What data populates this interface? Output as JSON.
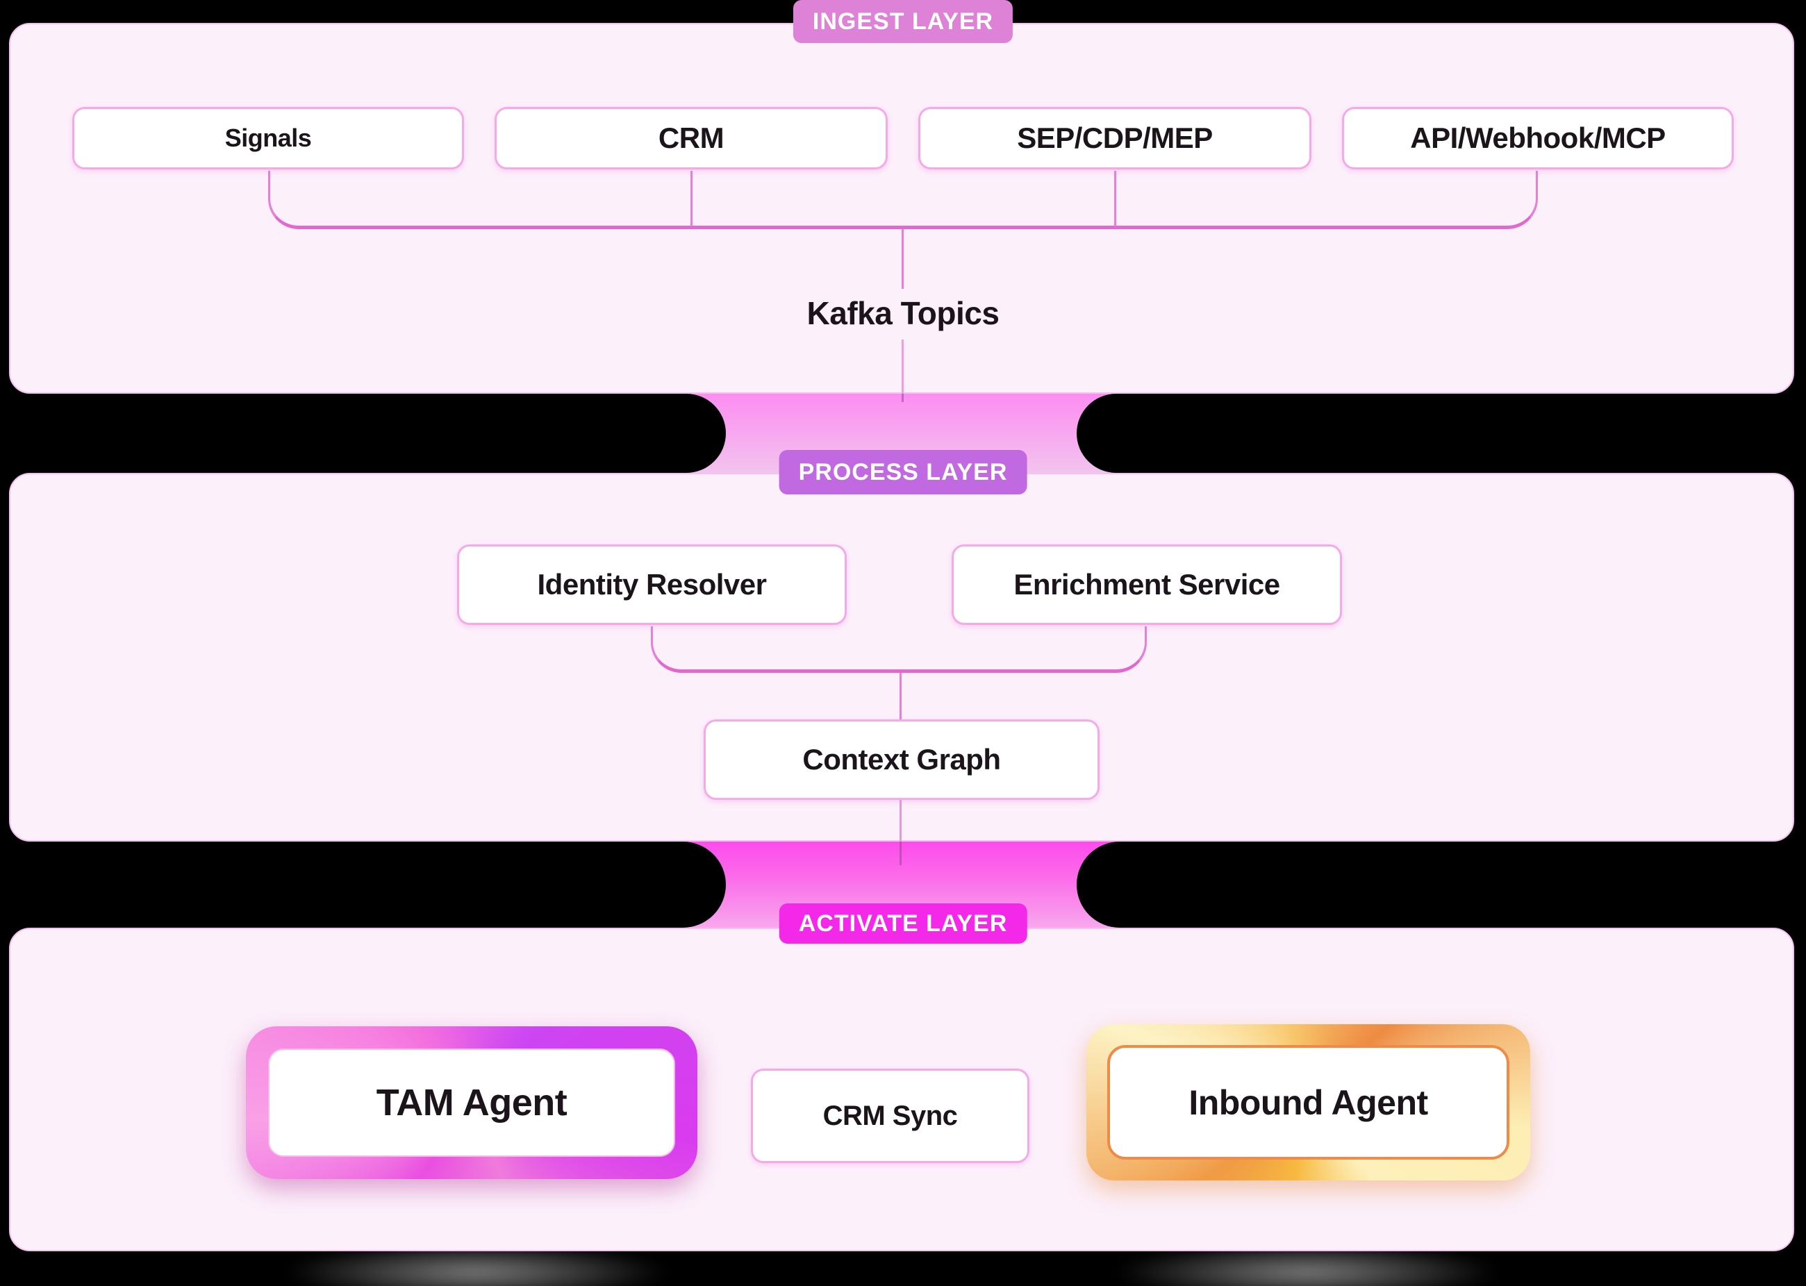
{
  "layers": [
    {
      "badge": "INGEST LAYER",
      "sources": [
        "Signals",
        "CRM",
        "SEP/CDP/MEP",
        "API/Webhook/MCP"
      ],
      "hub": "Kafka Topics"
    },
    {
      "badge": "PROCESS LAYER",
      "services": [
        "Identity Resolver",
        "Enrichment Service"
      ],
      "hub": "Context Graph"
    },
    {
      "badge": "ACTIVATE LAYER",
      "outputs": [
        "TAM Agent",
        "CRM Sync",
        "Inbound Agent"
      ]
    }
  ],
  "colors": {
    "panel-bg": "#fcf0fb",
    "panel-border": "#f8c0f0",
    "node-border": "#f5a9e9",
    "line": "#e77fd8",
    "line-strong": "#e068cf",
    "badge1": "#dd82d6",
    "badge2": "#c169e0",
    "badge3": "#f428e8",
    "text": "#1b151b"
  }
}
